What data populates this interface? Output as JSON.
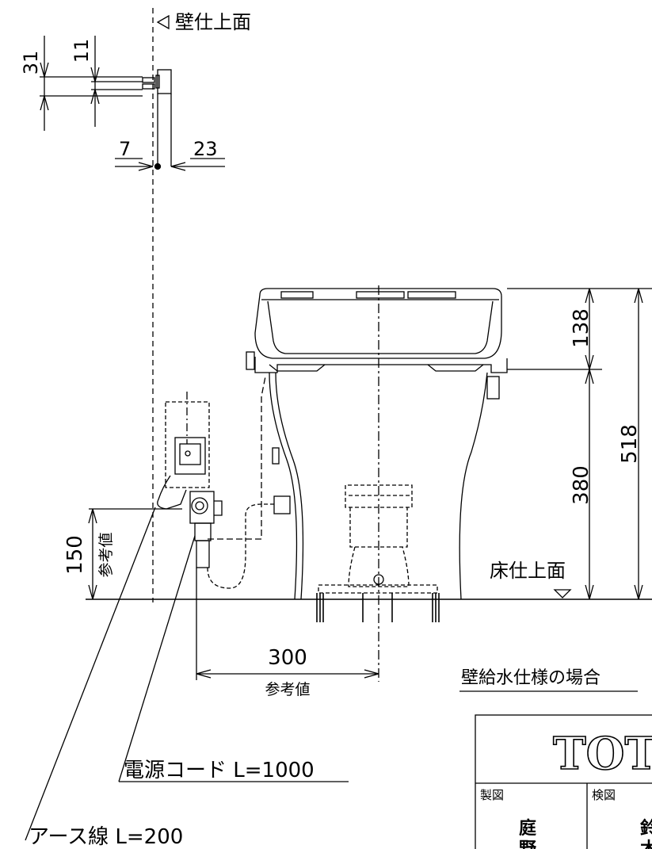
{
  "labels": {
    "wall_surface": "壁仕上面",
    "floor_surface": "床仕上面",
    "reference_value": "参考値",
    "wall_supply_case": "壁給水仕様の場合",
    "power_cord": "電源コード L=1000",
    "earth_wire": "アース線 L=200"
  },
  "dimensions": {
    "d31": "31",
    "d11": "11",
    "d7": "7",
    "d23": "23",
    "d138": "138",
    "d518": "518",
    "d380": "380",
    "d150": "150",
    "d300": "300"
  },
  "title_block": {
    "logo": "TOTO",
    "drawn_label": "製図",
    "checked_label": "検図",
    "drawn_name_1": "庭",
    "drawn_name_2": "野",
    "checked_name_1": "鈴",
    "checked_name_2": "木"
  }
}
